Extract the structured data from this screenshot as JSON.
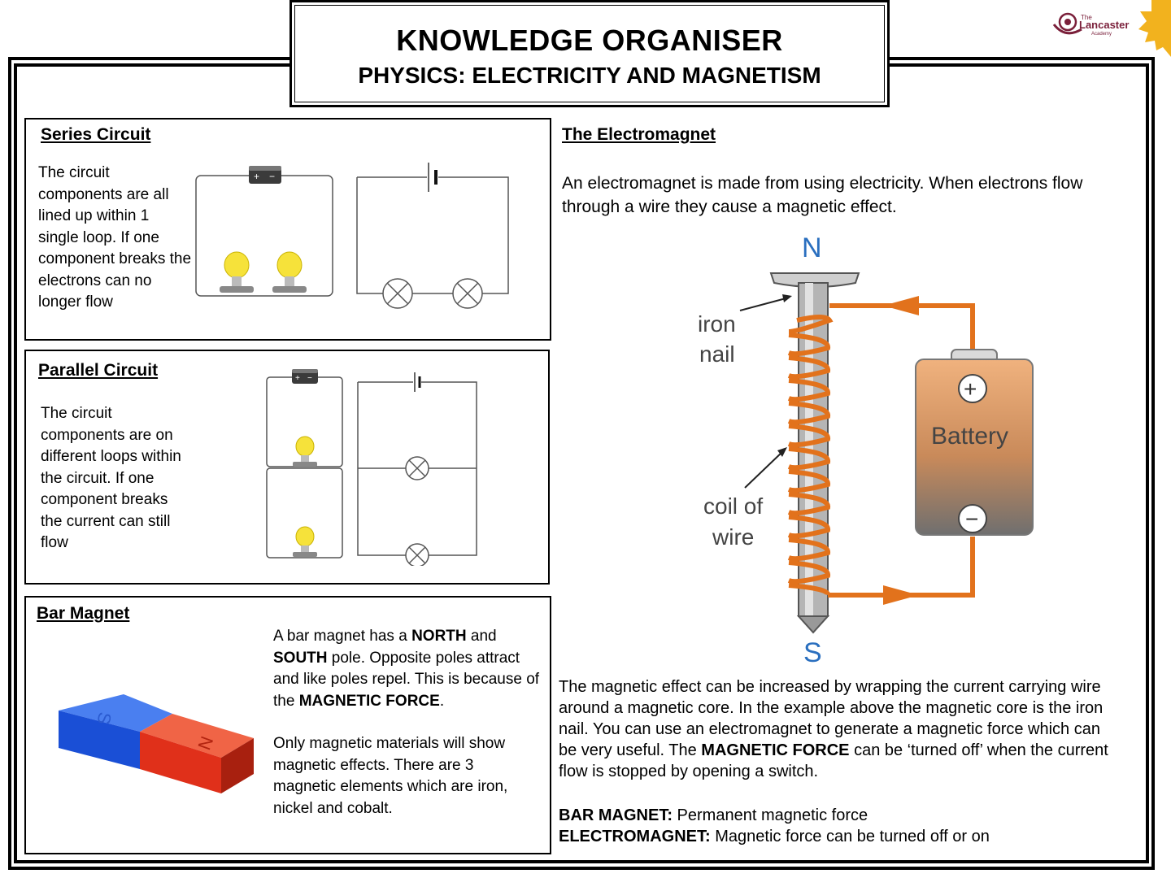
{
  "header": {
    "title": "KNOWLEDGE ORGANISER",
    "subtitle": "PHYSICS: ELECTRICITY AND MAGNETISM"
  },
  "logo": {
    "line1": "The",
    "line2": "Lancaster",
    "line3": "Academy"
  },
  "series": {
    "heading": "Series Circuit",
    "text": "The circuit components are all lined up within 1 single loop. If one component breaks the electrons can no longer flow",
    "battery_plus": "+",
    "battery_minus": "−"
  },
  "parallel": {
    "heading": "Parallel Circuit",
    "text": "The circuit components are on different loops within the circuit. If one component breaks the current can still flow"
  },
  "bar_magnet": {
    "heading": "Bar Magnet",
    "p1_a": "A bar magnet has a ",
    "p1_b": "NORTH",
    "p1_c": " and ",
    "p1_d": "SOUTH",
    "p1_e": " pole. Opposite poles attract and like poles repel. This is because of the ",
    "p1_f": "MAGNETIC FORCE",
    "p1_g": ".",
    "p2": "Only magnetic materials will show magnetic effects. There are 3 magnetic elements which are iron, nickel and cobalt.",
    "south_label": "S",
    "north_label": "N"
  },
  "electromagnet": {
    "heading": "The Electromagnet",
    "intro": "An electromagnet is made from using electricity. When electrons flow through a wire they cause a magnetic effect.",
    "diagram": {
      "north": "N",
      "south": "S",
      "iron_nail_1": "iron",
      "iron_nail_2": "nail",
      "coil_1": "coil of",
      "coil_2": "wire",
      "battery": "Battery",
      "plus": "+",
      "minus": "−"
    },
    "para_a": "The magnetic effect can be increased by wrapping the current carrying wire around a magnetic core. In the example above the magnetic core is the iron nail. You can use an electromagnet to generate a magnetic force which can be very useful. The ",
    "para_b": "MAGNETIC FORCE",
    "para_c": " can be ‘turned off’ when the current flow is stopped by opening a switch.",
    "bar_term": "BAR MAGNET:",
    "bar_def": " Permanent magnetic force",
    "em_term": "ELECTROMAGNET:",
    "em_def": " Magnetic force can be turned off or on"
  },
  "colors": {
    "wire_orange": "#e2721c",
    "magnet_blue": "#1a4fd6",
    "magnet_red": "#e0301a",
    "battery_body": "#e0955a",
    "bulb_yellow": "#f6e23a",
    "logo_maroon": "#7a1f3a",
    "logo_gold": "#f2b21e"
  }
}
